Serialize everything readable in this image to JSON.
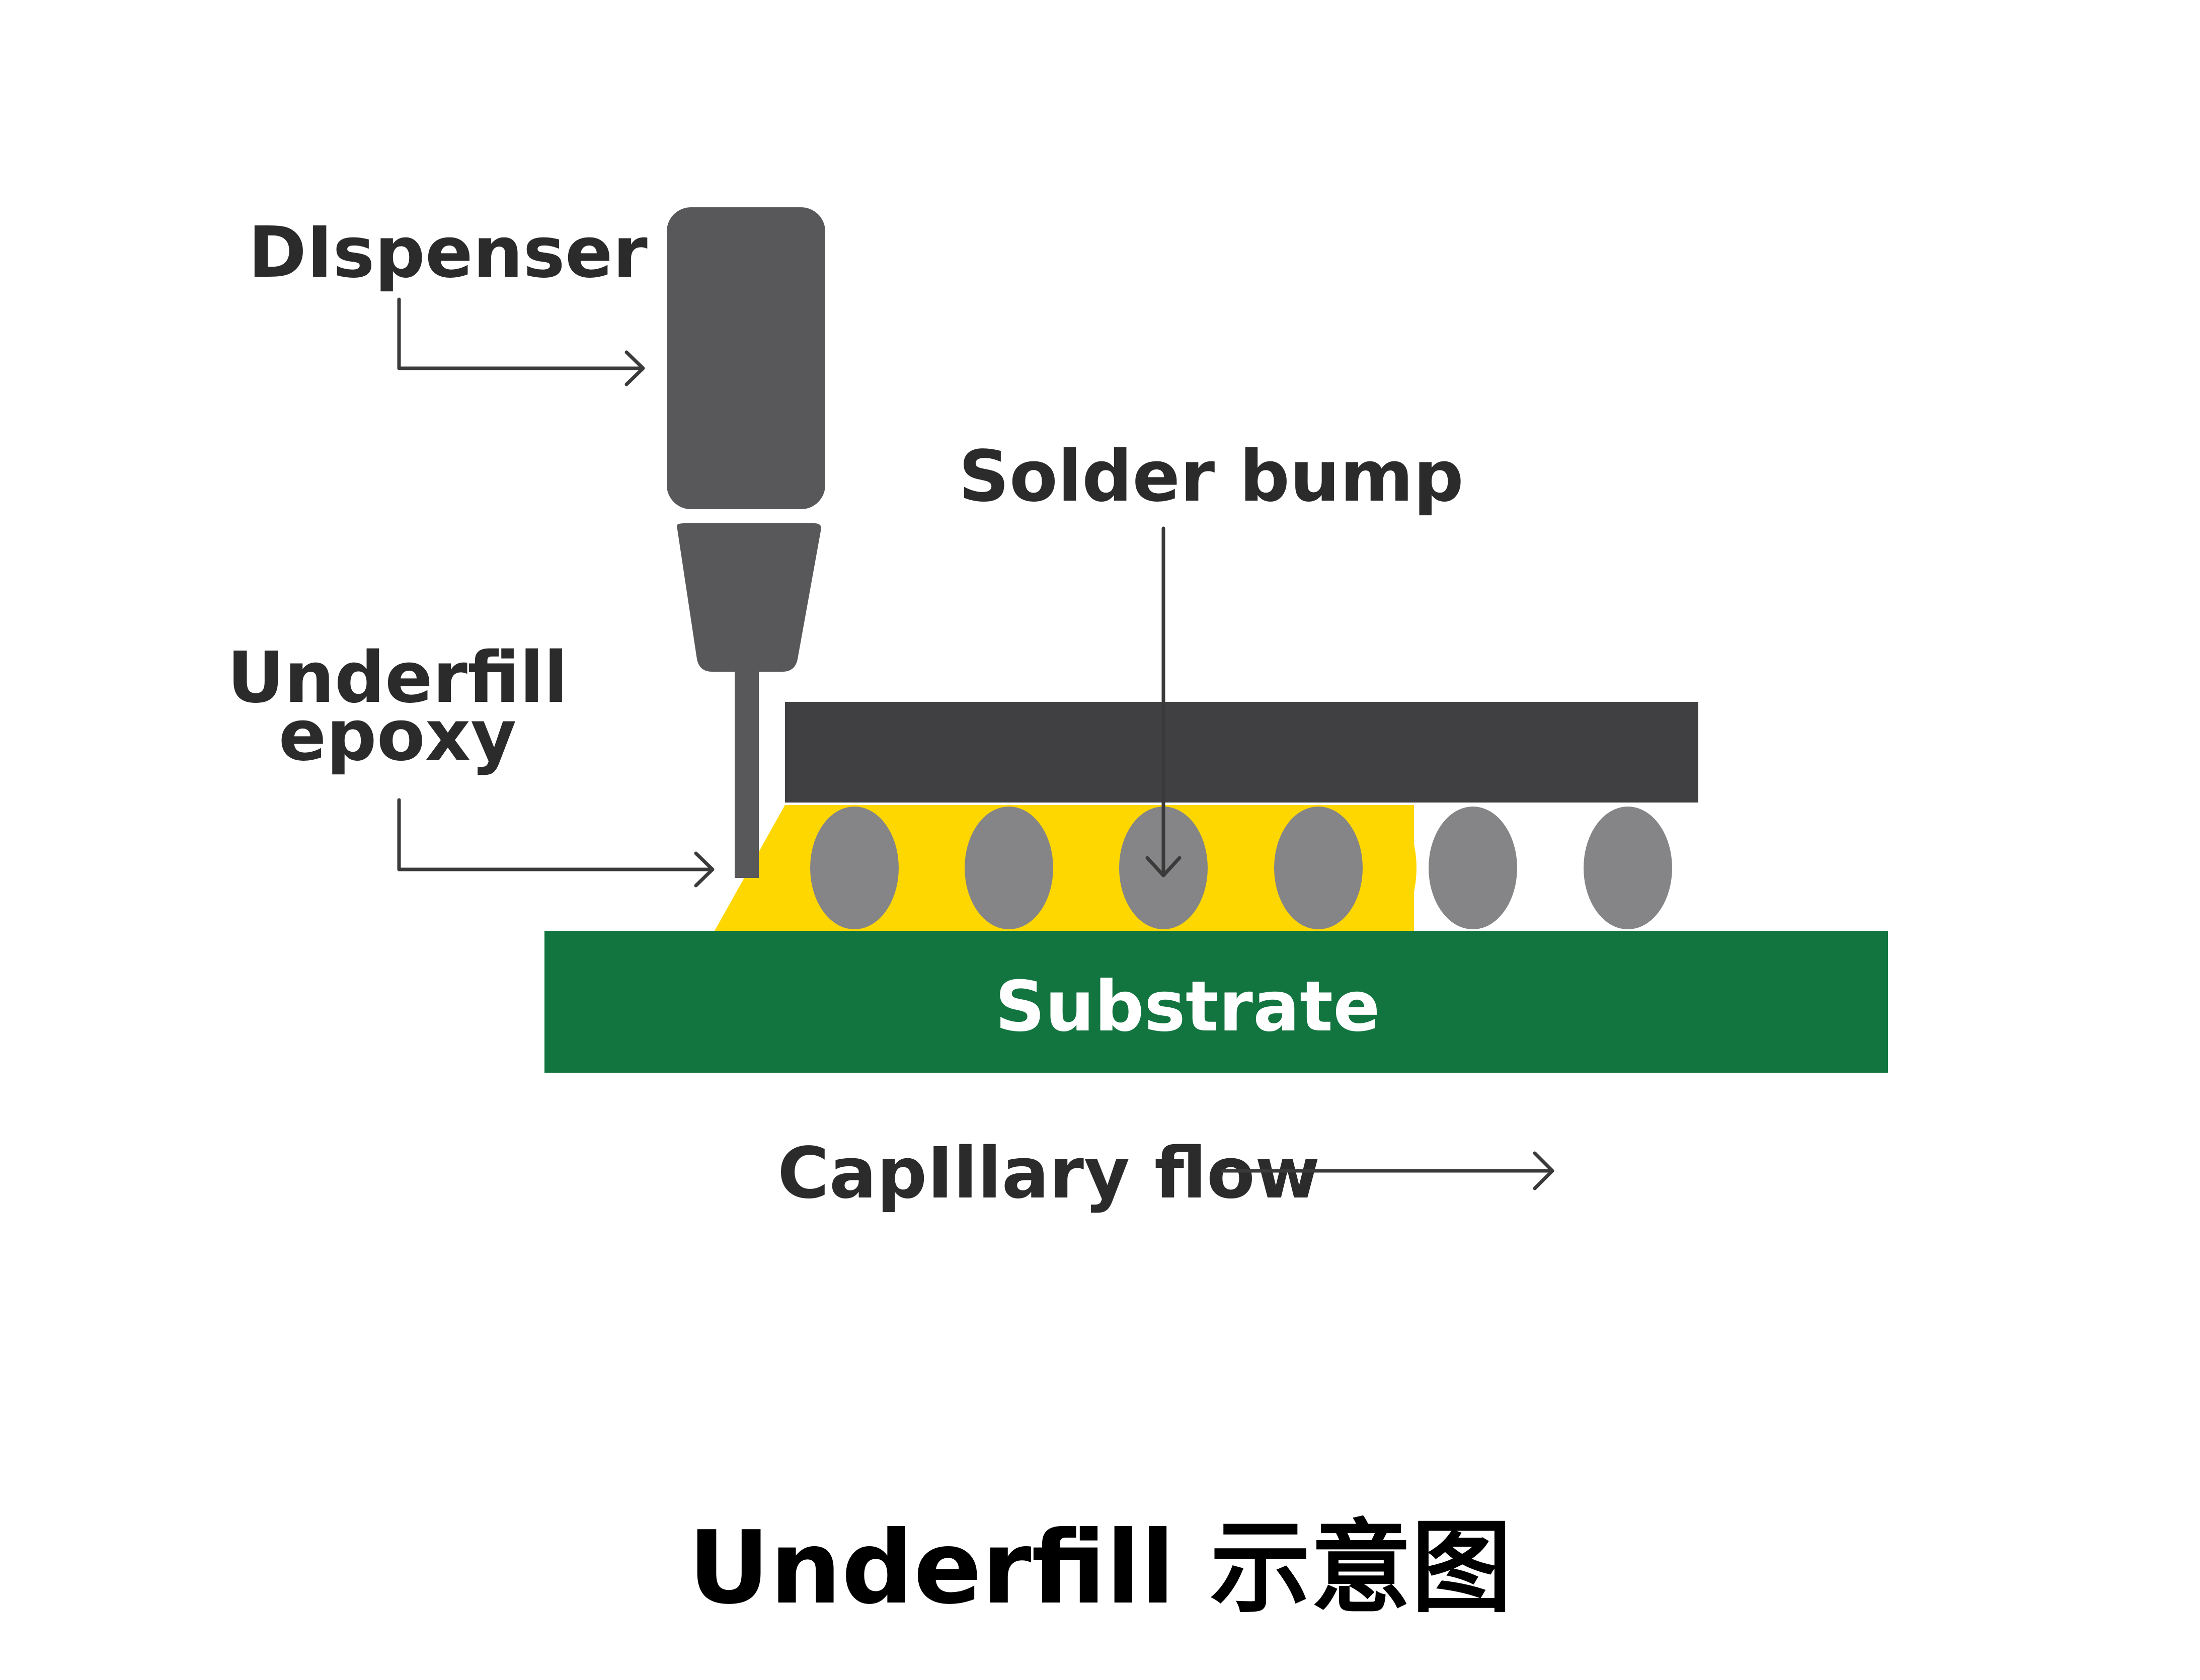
{
  "labels": {
    "dispenser": "DIspenser",
    "solder_bump": "Solder bump",
    "underfill_line1": "Underfill",
    "underfill_line2": "epoxy",
    "substrate": "Substrate",
    "capillary_flow": "CapIllary flow"
  },
  "caption": "Underfill 示意图",
  "colors": {
    "dispenser": "#58585a",
    "die": "#404042",
    "solder_bump": "#858587",
    "epoxy": "#ffd700",
    "substrate": "#127540",
    "label_text": "#2b2b2b",
    "substrate_text": "#ffffff"
  }
}
